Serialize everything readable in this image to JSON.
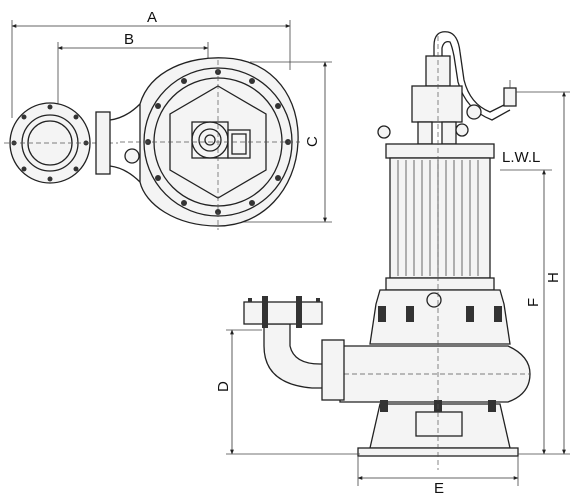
{
  "labels": {
    "a": "A",
    "b": "B",
    "c": "C",
    "d": "D",
    "e": "E",
    "f": "F",
    "h": "H",
    "lwl": "L.W.L"
  }
}
